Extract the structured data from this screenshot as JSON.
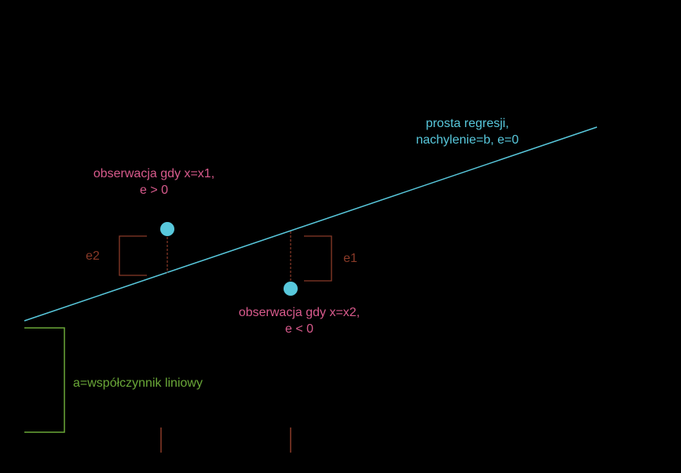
{
  "colors": {
    "background": "#000000",
    "regression_line": "#58c8dc",
    "observation_point": "#58c8dc",
    "observation_label": "#d85a8c",
    "residual": "#8a3a28",
    "intercept": "#6aa838"
  },
  "regression_line": {
    "label_line1": "prosta regresji,",
    "label_line2": "nachylenie=b, e=0"
  },
  "observation_1": {
    "label_line1": "obserwacja gdy x=x1,",
    "label_line2": "e > 0",
    "residual_label": "e2"
  },
  "observation_2": {
    "label_line1": "obserwacja gdy x=x2,",
    "label_line2": "e < 0",
    "residual_label": "e1"
  },
  "intercept": {
    "label": "a=współczynnik liniowy"
  }
}
